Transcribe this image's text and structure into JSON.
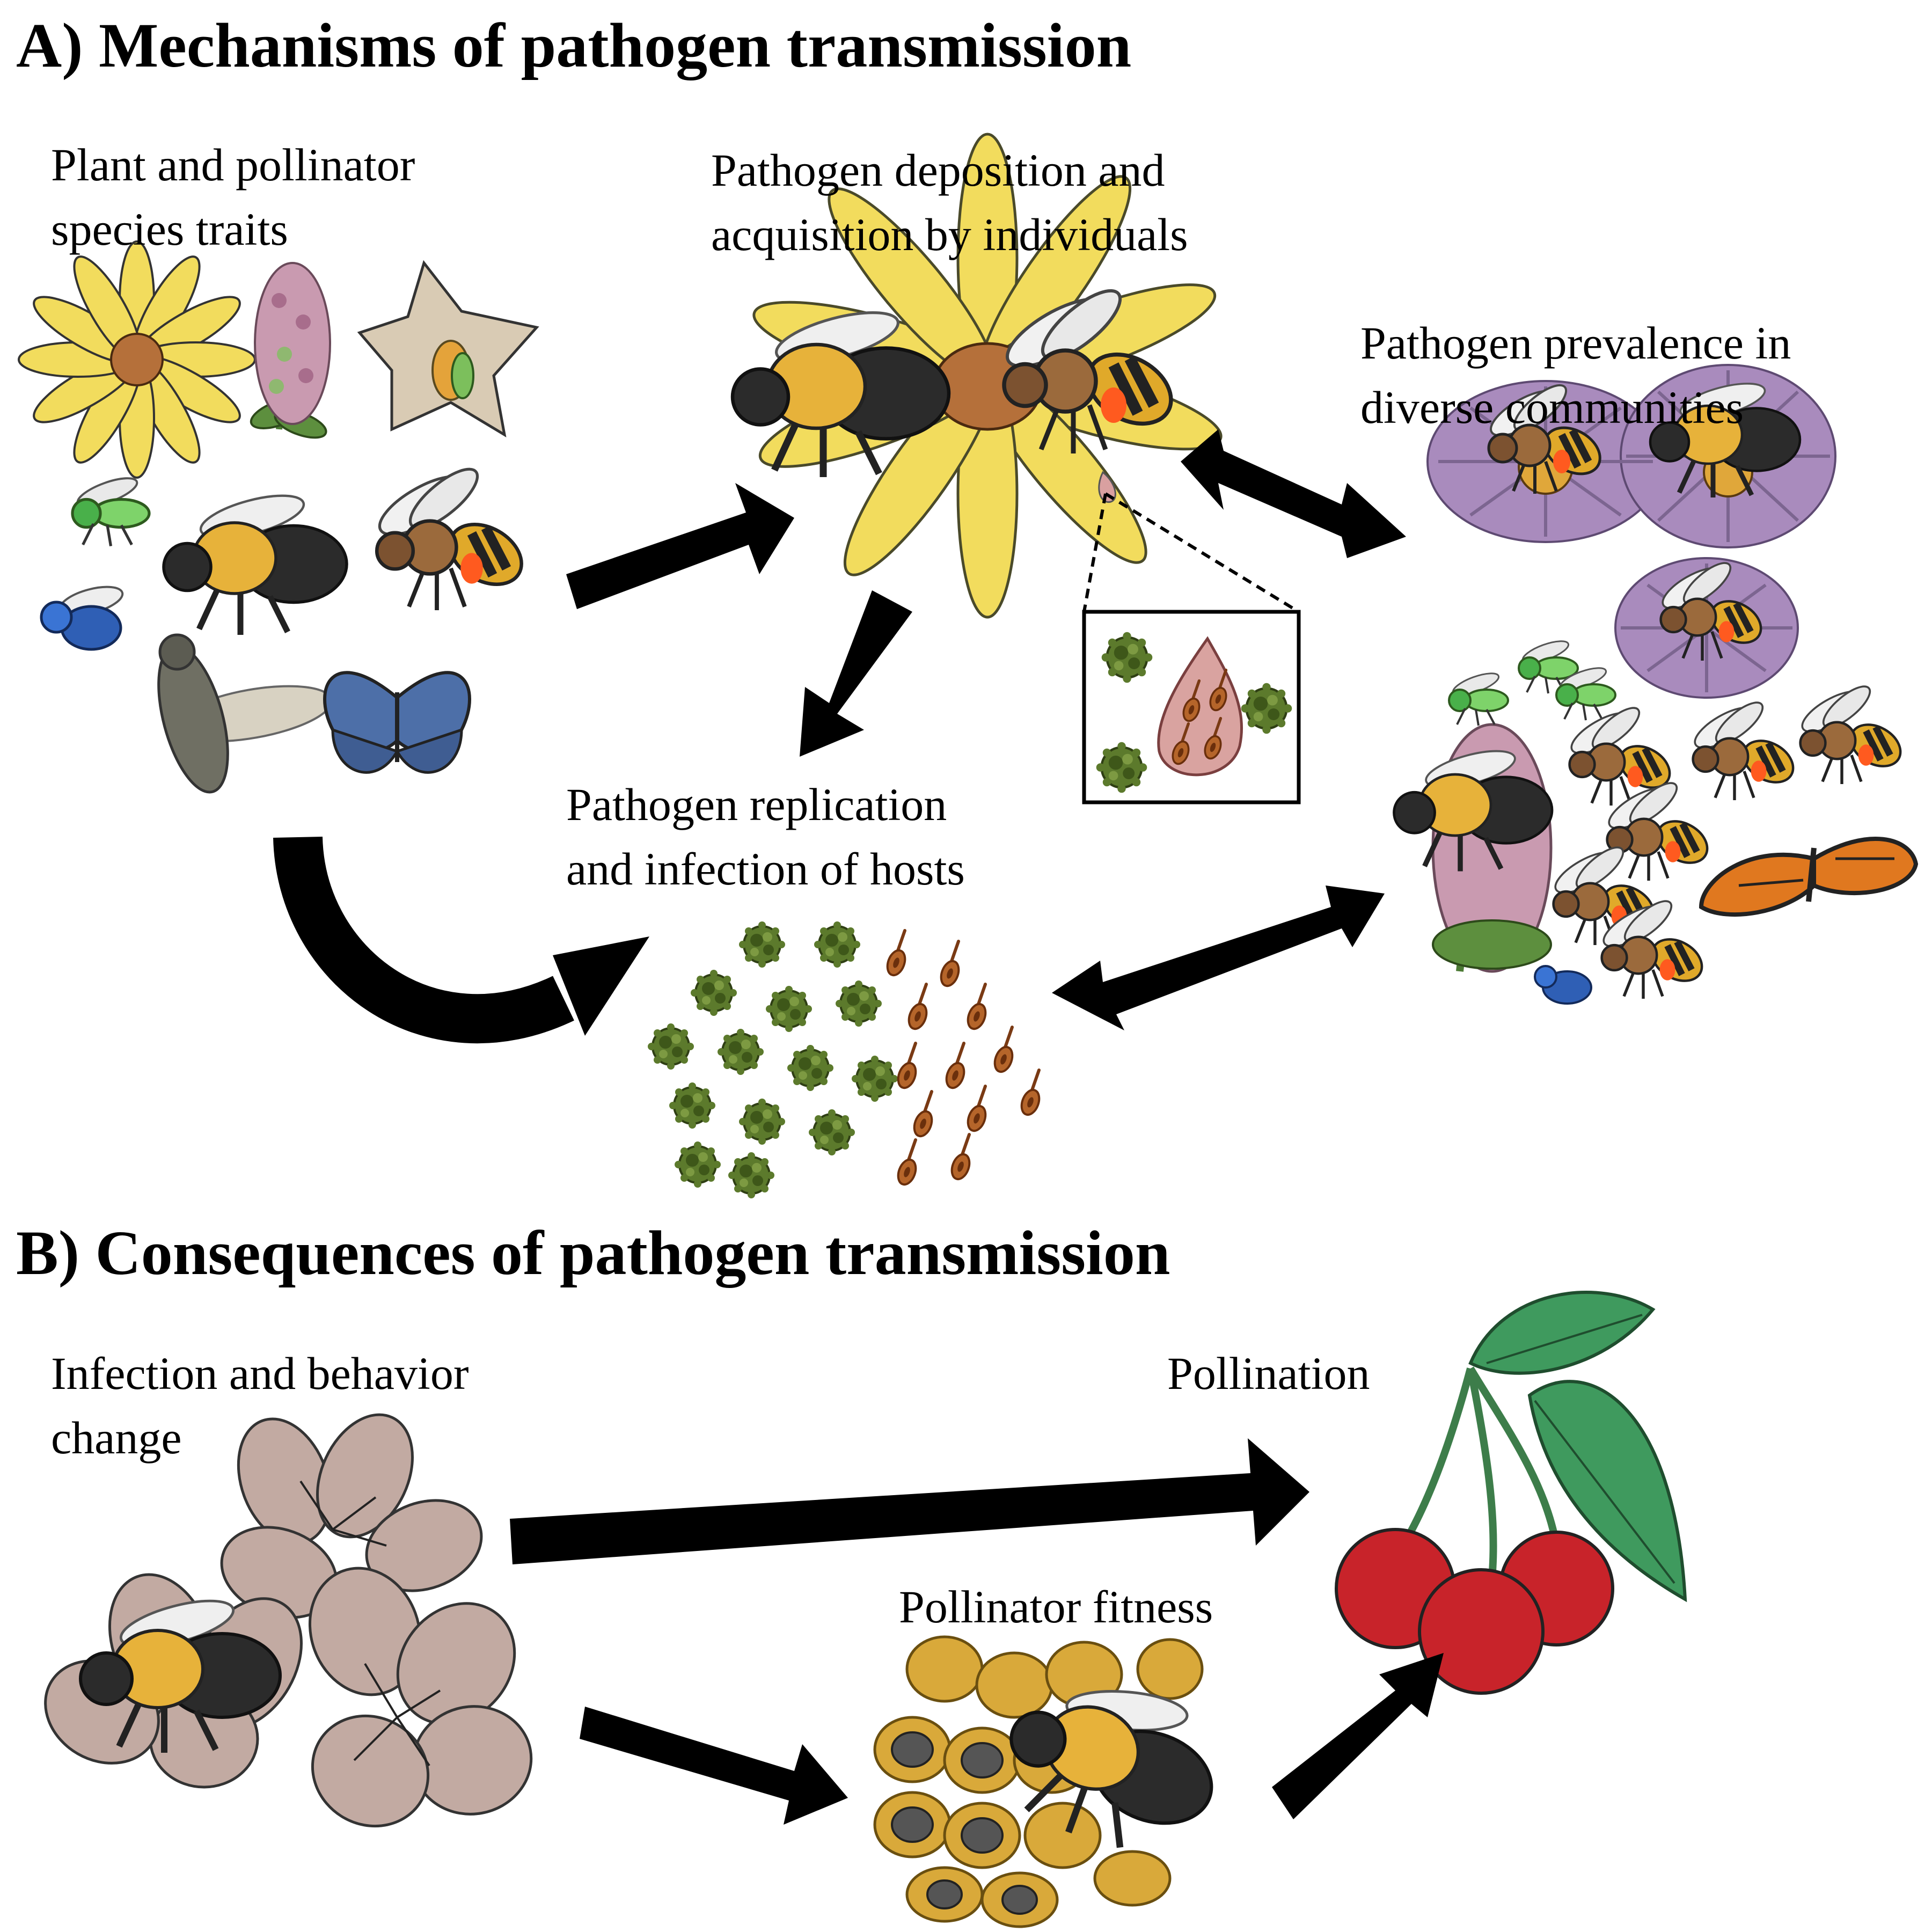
{
  "section_a": {
    "title": "A) Mechanisms of pathogen transmission",
    "traits_label": [
      "Plant and pollinator",
      "species traits"
    ],
    "deposition_label": [
      "Pathogen deposition and",
      "acquisition by individuals"
    ],
    "prevalence_label": [
      "Pathogen prevalence in",
      "diverse communities"
    ],
    "replication_label": [
      "Pathogen replication",
      "and infection of hosts"
    ]
  },
  "section_b": {
    "title": "B) Consequences of pathogen transmission",
    "infection_label": [
      "Infection and behavior",
      "change"
    ],
    "pollination_label": [
      "Pollination"
    ],
    "fitness_label": [
      "Pollinator fitness"
    ]
  },
  "colors": {
    "arrow": "#000000",
    "flower_yellow": "#f2dc5d",
    "flower_center": "#b5703a",
    "aster_purple": "#a98bbd",
    "spore_green": "#5c7a2c",
    "spore_brown": "#9a4b1e",
    "blossom_pink": "#c2aaa2",
    "cherry_red": "#c8232a",
    "leaf_green": "#3f9a5e",
    "comb_yellow": "#d9a93a",
    "butterfly_blue": "#4d6fa8",
    "monarch_orange": "#e0781f"
  },
  "illustrations": [
    "yellow-flower-icon",
    "mint-flower-icon",
    "star-flower-icon",
    "sweat-bee-icon",
    "bumble-bee-icon",
    "honey-bee-icon",
    "blue-bee-icon",
    "moth-icon",
    "blue-butterfly-icon",
    "aster-icon",
    "monarch-butterfly-icon",
    "cherry-icon",
    "blossom-icon",
    "honeycomb-icon",
    "pathogen-spore-icon",
    "trypanosome-icon"
  ]
}
